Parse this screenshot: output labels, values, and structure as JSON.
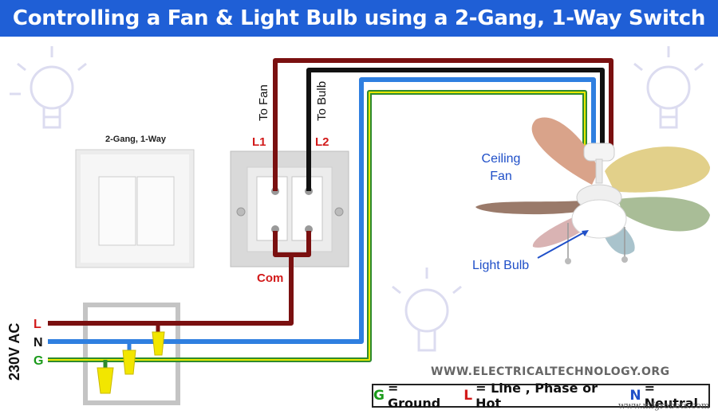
{
  "title": "Controlling a Fan & Light Bulb using a 2-Gang, 1-Way Switch",
  "switch_panel": {
    "caption": "2-Gang, 1-Way"
  },
  "switch_box": {
    "label_to_fan": "To Fan",
    "label_to_bulb": "To Bulb",
    "label_l1": "L1",
    "label_l2": "L2",
    "label_com": "Com"
  },
  "supply": {
    "label": "230V AC",
    "terminals": [
      "L",
      "N",
      "G"
    ]
  },
  "fan": {
    "label_line1": "Ceiling",
    "label_line2": "Fan"
  },
  "bulb": {
    "label": "Light Bulb"
  },
  "website": "WWW.ELECTRICALTECHNOLOGY.ORG",
  "legend": {
    "g_key": "G",
    "g_text": "= Ground",
    "l_key": "L",
    "l_text": "= Line , Phase or Hot",
    "n_key": "N",
    "n_text": "= Neutral"
  },
  "watermark": "www.mfgrobots.com",
  "colors": {
    "banner": "#1f5fd6",
    "line_wire": "#7a1010",
    "fan_wire": "#7a1010",
    "bulb_wire": "#111111",
    "neutral_wire": "#2f7fe0",
    "ground_wire": "#2e8b2e",
    "ground_stripe": "#e8e800",
    "label_red": "#d21a1a",
    "label_blue": "#1f4fc8",
    "legend_green": "#1a9a1a"
  }
}
